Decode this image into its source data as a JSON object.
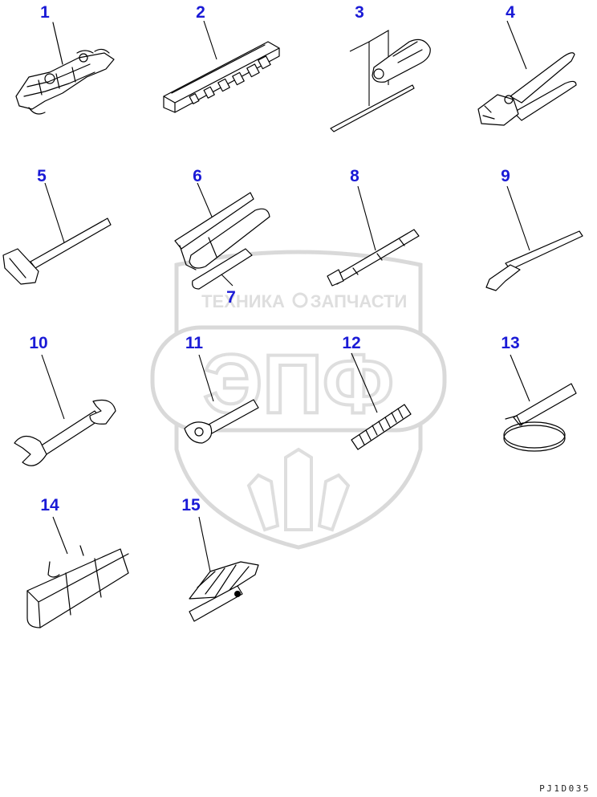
{
  "callouts": [
    "1",
    "2",
    "3",
    "4",
    "5",
    "6",
    "7",
    "8",
    "9",
    "10",
    "11",
    "12",
    "13",
    "14",
    "15"
  ],
  "drawing_code": "PJ1D035",
  "watermark": {
    "line1": "ТЕХНИКА",
    "line2": "ЗАПЧАСТИ",
    "logo": "ЭПФ",
    "color": "#cfcfcf"
  },
  "colors": {
    "callout": "#1a1ad6",
    "line": "#000000"
  }
}
